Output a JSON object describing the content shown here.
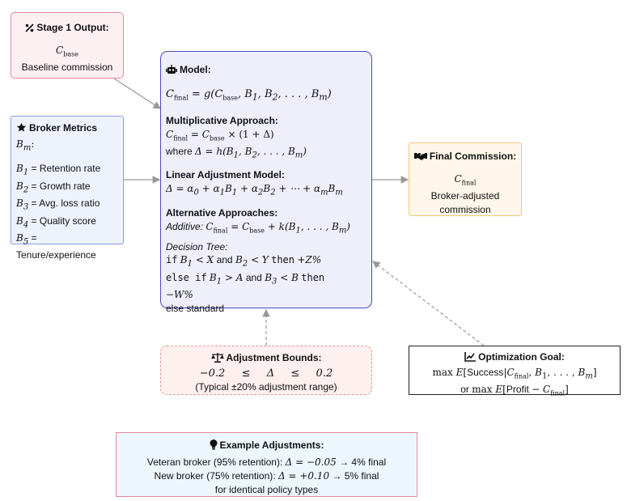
{
  "stage1": {
    "title": "Stage 1 Output:",
    "symbol": "C_base",
    "description": "Baseline commission"
  },
  "model": {
    "title": "Model:",
    "formula": "C_final = g(C_base, B_1, B_2, ..., B_m)",
    "multiplicative": {
      "heading": "Multiplicative Approach:",
      "formula": "C_final = C_base × (1 + Δ)",
      "where": "where Δ = h(B_1, B_2, ..., B_m)"
    },
    "linear": {
      "heading": "Linear Adjustment Model:",
      "formula": "Δ = α_0 + α_1 B_1 + α_2 B_2 + ⋯ + α_m B_m"
    },
    "alternative": {
      "heading": "Alternative Approaches:",
      "additive_label": "Additive:",
      "additive_formula": "C_final = C_base + k(B_1, ..., B_m)",
      "tree_label": "Decision Tree:",
      "tree_lines": [
        "if B_1 < X and B_2 < Y then +Z%",
        "else if B_1 > A and B_3 < B then",
        "−W%",
        "else standard"
      ]
    }
  },
  "broker": {
    "title": "Broker Metrics",
    "subtitle": "B_m:",
    "metrics": [
      "B_1 = Retention rate",
      "B_2 = Growth rate",
      "B_3 = Avg. loss ratio",
      "B_4 = Quality score",
      "B_5 =",
      "Tenure/experience"
    ]
  },
  "final": {
    "title": "Final Commission:",
    "symbol": "C_final",
    "line1": "Broker-adjusted",
    "line2": "commission"
  },
  "bounds": {
    "title": "Adjustment Bounds:",
    "formula": "−0.2 ≤ Δ ≤ 0.2",
    "note": "(Typical ±20% adjustment range)"
  },
  "goal": {
    "title": "Optimization Goal:",
    "line1": "max E[Success|C_final, B_1, ..., B_m]",
    "line2": "or max E[Profit − C_final]"
  },
  "example": {
    "title": "Example Adjustments:",
    "lines": [
      "Veteran broker (95% retention): Δ = −0.05 → 4% final",
      "New broker (75% retention): Δ = +0.10 → 5% final",
      "for identical policy types"
    ]
  },
  "icons": {
    "stage1": "percent-icon",
    "model": "robot-icon",
    "broker": "star-icon",
    "final": "handshake-icon",
    "bounds": "scale-icon",
    "goal": "chart-line-icon",
    "example": "lightbulb-icon"
  },
  "colors": {
    "stage1_border": "#e48aa0",
    "model_border": "#4a4ac4",
    "broker_border": "#8a9be8",
    "final_border": "#f0c77b",
    "bounds_border": "#e49a90",
    "arrow": "#999999"
  }
}
